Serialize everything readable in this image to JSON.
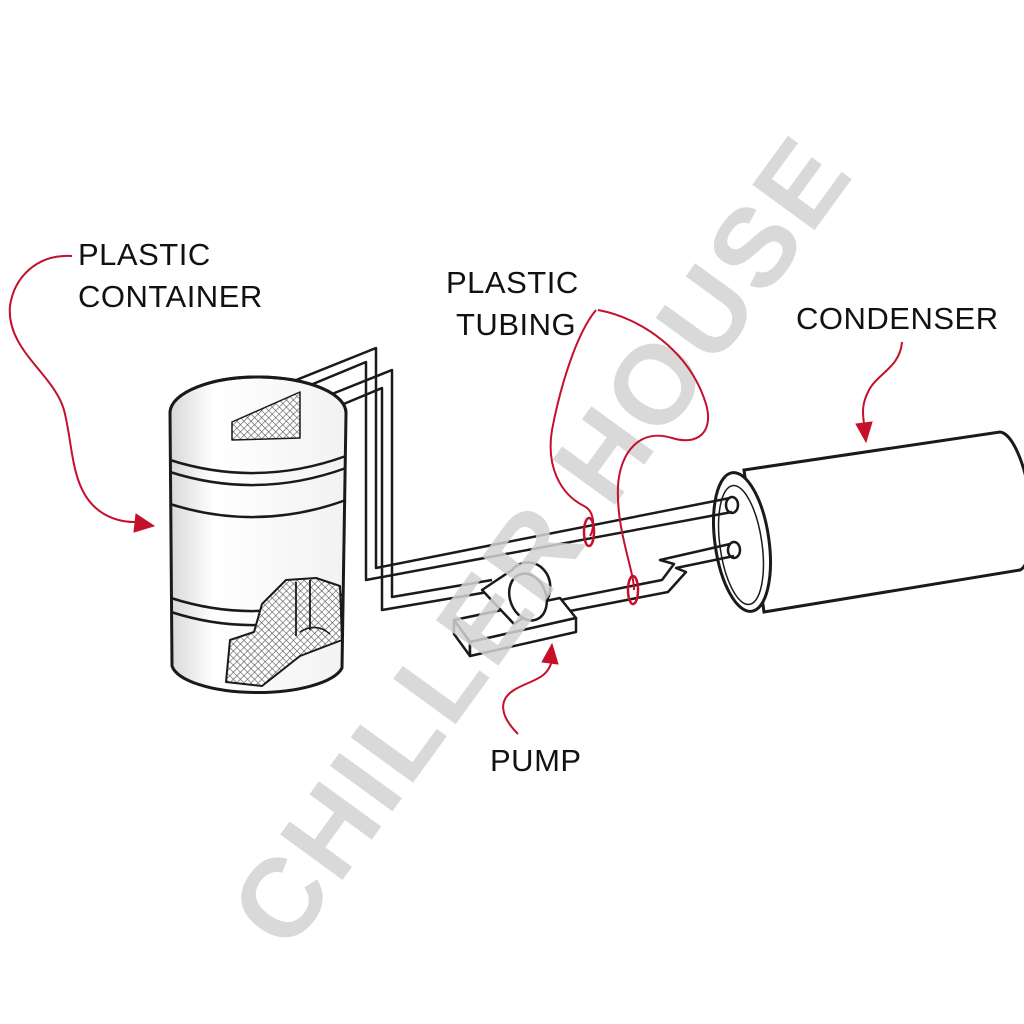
{
  "labels": {
    "container_line1": "PLASTIC",
    "container_line2": "CONTAINER",
    "tubing_line1": "PLASTIC",
    "tubing_line2": "TUBING",
    "condenser": "CONDENSER",
    "pump": "PUMP"
  },
  "watermark": "CHILLER HOUSE",
  "colors": {
    "line": "#1a1a1a",
    "pointer": "#c4102a",
    "watermark": "#d3d3d3",
    "fill": "#ffffff",
    "mesh": "#8a8a8a"
  }
}
